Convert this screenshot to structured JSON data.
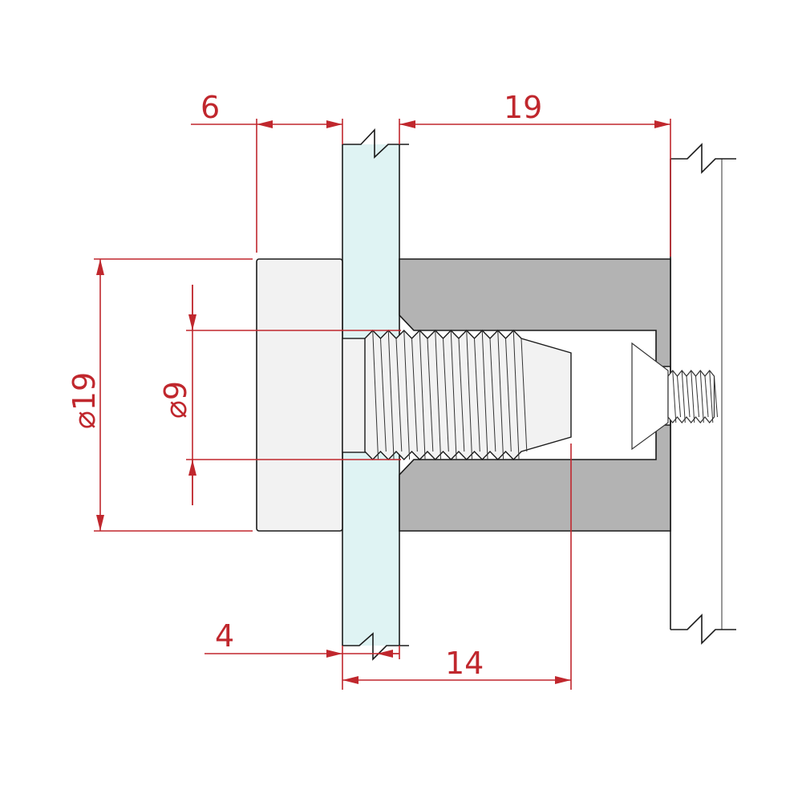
{
  "dimensions": {
    "head_thickness": "6",
    "spacer_length": "19",
    "head_diameter": "⌀19",
    "bolt_diameter": "⌀9",
    "glass_thickness": "4",
    "thread_length": "14"
  },
  "colors": {
    "dimension": "#c0272d",
    "glass": "#dff3f3",
    "spacer": "#b3b3b3",
    "cap": "#f2f2f2",
    "outline": "#1a1a1a"
  }
}
